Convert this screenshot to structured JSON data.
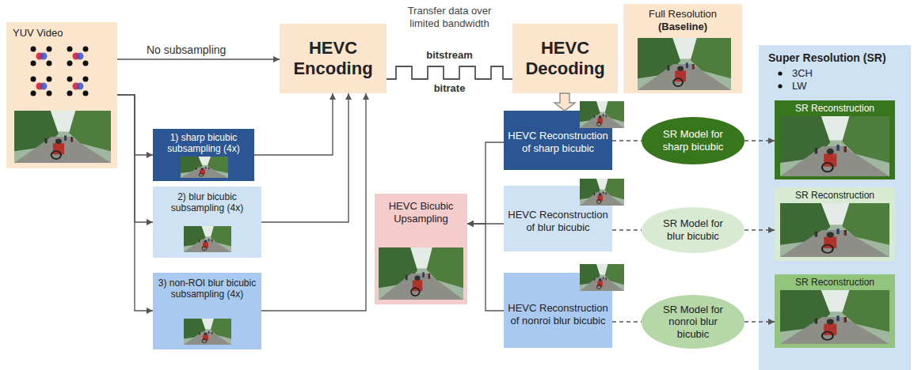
{
  "diagram": {
    "nodes": [
      {
        "text": [
          "YUV Video"
        ]
      },
      {
        "text": [
          "HEVC Encoding"
        ]
      },
      {
        "text": [
          "HEVC Decoding"
        ]
      },
      {
        "text": [
          "Full Resolution",
          "(Baseline)"
        ]
      },
      {
        "text": [
          "Super Resolution (SR)",
          "3CH",
          "LW"
        ]
      },
      {
        "text": [
          "1) sharp bicubic subsampling (4x)"
        ]
      },
      {
        "text": [
          "HEVC Reconstruction of sharp bicubic"
        ]
      },
      {
        "text": [
          "SR Model for sharp bicubic"
        ]
      },
      {
        "text": [
          "SR Reconstruction"
        ],
        "in": 4
      },
      {
        "text": [
          "2) blur bicubic subsampling (4x)"
        ]
      },
      {
        "text": [
          "HEVC Bicubic Upsampling"
        ]
      },
      {
        "text": [
          "HEVC Reconstruction of blur bicubic"
        ]
      },
      {
        "text": [
          "SR Model for blur bicubic"
        ]
      },
      {
        "text": [
          "SR Reconstruction"
        ],
        "in": 4
      },
      {
        "text": [
          "3) non-ROI blur bicubic subsampling (4x)"
        ]
      },
      {
        "text": [
          "HEVC Reconstruction of nonroi blur bicubic"
        ]
      },
      {
        "text": [
          "SR Model for nonroi blur bicubic"
        ]
      },
      {
        "text": [
          "SR Reconstruction"
        ],
        "in": 4
      }
    ],
    "edges": [
      {
        "from": 0,
        "to": 1,
        "arrow": "to",
        "label": "No subsampling"
      },
      {
        "from": 0,
        "to": 5,
        "arrow": "to"
      },
      {
        "from": 0,
        "to": 9,
        "arrow": "to"
      },
      {
        "from": 0,
        "to": 14,
        "arrow": "to"
      },
      {
        "from": 5,
        "to": 1,
        "arrow": "to"
      },
      {
        "from": 9,
        "to": 1,
        "arrow": "to"
      },
      {
        "from": 14,
        "to": 1,
        "arrow": "to"
      },
      {
        "from": 1,
        "to": 2,
        "arrow": "none"
      },
      {
        "from": 2,
        "to": 6,
        "arrow": "to"
      },
      {
        "from": 6,
        "to": 10,
        "arrow": "to"
      },
      {
        "from": 11,
        "to": 10,
        "arrow": "to"
      },
      {
        "from": 15,
        "to": 10,
        "arrow": "to"
      },
      {
        "from": 6,
        "to": 7,
        "arrow": "none"
      },
      {
        "from": 11,
        "to": 12,
        "arrow": "none"
      },
      {
        "from": 15,
        "to": 16,
        "arrow": "none"
      },
      {
        "from": 7,
        "to": 8,
        "arrow": "to"
      },
      {
        "from": 12,
        "to": 13,
        "arrow": "to"
      },
      {
        "from": 16,
        "to": 17,
        "arrow": "to"
      }
    ],
    "labels": [
      "Transfer data over limited bandwidth",
      "bitstream",
      "bitrate"
    ]
  }
}
